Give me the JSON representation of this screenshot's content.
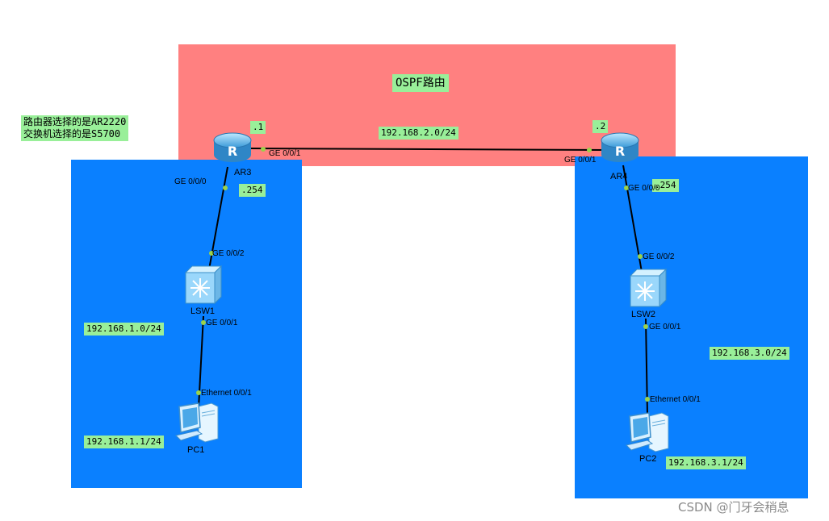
{
  "ospf_area": {
    "title": "OSPF路由",
    "color": "#ff8080"
  },
  "lan_color": "#0a80ff",
  "label_color": "#99ef99",
  "note": {
    "line1": "路由器选择的是AR2220",
    "line2": "交换机选择的是S5700"
  },
  "networks": {
    "core": "192.168.2.0/24",
    "lan1": "192.168.1.0/24",
    "lan2": "192.168.3.0/24"
  },
  "devices": {
    "ar3": {
      "name": "AR3",
      "addr_core": ".1",
      "addr_lan": ".254",
      "port_core": "GE 0/0/1",
      "port_lan": "GE 0/0/0",
      "icon": "router-icon"
    },
    "ar4": {
      "name": "AR4",
      "addr_core": ".2",
      "addr_lan": ".254",
      "port_core": "GE 0/0/1",
      "port_lan": "GE 0/0/0",
      "icon": "router-icon"
    },
    "lsw1": {
      "name": "LSW1",
      "port_up": "GE 0/0/2",
      "port_down": "GE 0/0/1",
      "icon": "switch-icon"
    },
    "lsw2": {
      "name": "LSW2",
      "port_up": "GE 0/0/2",
      "port_down": "GE 0/0/1",
      "icon": "switch-icon"
    },
    "pc1": {
      "name": "PC1",
      "ip": "192.168.1.1/24",
      "port": "Ethernet 0/0/1",
      "icon": "pc-icon"
    },
    "pc2": {
      "name": "PC2",
      "ip": "192.168.3.1/24",
      "port": "Ethernet 0/0/1",
      "icon": "pc-icon"
    }
  },
  "watermark": "CSDN @门牙会稍息"
}
